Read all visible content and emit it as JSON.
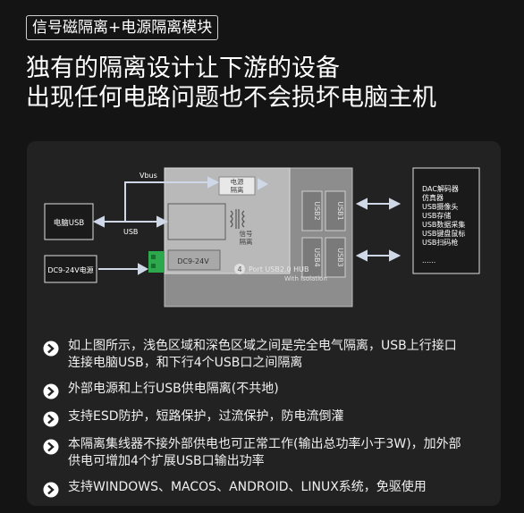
{
  "tag": "信号磁隔离+电源隔离模块",
  "headline": [
    "独有的隔离设计让下游的设备",
    "出现任何电路问题也不会损坏电脑主机"
  ],
  "diagram": {
    "vbus": "Vbus",
    "pc_usb": "电脑USB",
    "usb": "USB",
    "power_in": "DC9-24V电源",
    "power_iso": [
      "电源",
      "隔离"
    ],
    "signal_iso": [
      "信号",
      "隔离"
    ],
    "dc_label": "DC9-24V",
    "hub_num": "4",
    "hub_label": "Port USB2.0 HUB",
    "hub_sub": "With Isolation",
    "ports": [
      "USB2",
      "USB1",
      "USB4",
      "USB3"
    ],
    "devices": [
      "DAC解码器",
      "仿真器",
      "USB摄像头",
      "USB存储",
      "USB数据采集",
      "USB键盘鼠标",
      "USB扫码枪",
      "......"
    ]
  },
  "bullets": [
    [
      "如上图所示，浅色区域和深色区域之间是完全电气隔离，USB上行接口",
      "连接电脑USB，和下行4个USB口之间隔离"
    ],
    [
      "外部电源和上行USB供电隔离(不共地)"
    ],
    [
      "支持ESD防护，短路保护，过流保护，防电流倒灌"
    ],
    [
      "本隔离集线器不接外部供电也可正常工作(输出总功率小于3W)，加外部",
      "供电可增加4个扩展USB口输出功率"
    ],
    [
      "支持WINDOWS、MACOS、ANDROID、LINUX系统，免驱使用"
    ]
  ]
}
